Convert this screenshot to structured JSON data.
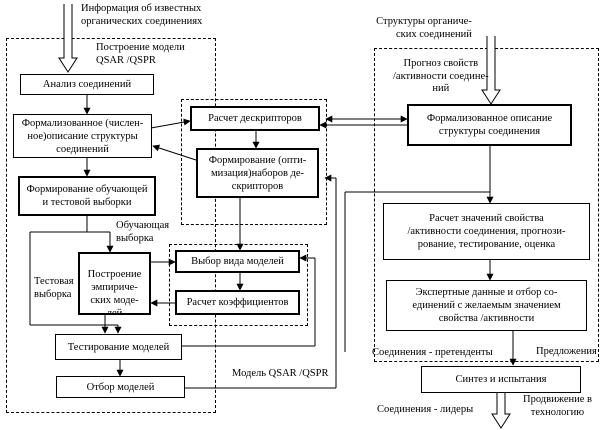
{
  "labels": {
    "info_in": [
      "Информация об известных",
      "органических соединениях"
    ],
    "build_model": [
      "Построение модели",
      "QSAR /QSPR"
    ],
    "structures": [
      "Структуры органиче-",
      "ских соединений"
    ],
    "prognosis": [
      "Прогноз свойств",
      "/активности соедине-",
      "ний"
    ],
    "training_set": [
      "Обучающая",
      "выборка"
    ],
    "test_set": [
      "Тестовая",
      "выборка"
    ],
    "model_out": "Модель QSAR /QSPR",
    "candidates": "Соединения - претенденты",
    "proposals": "Предложения",
    "leaders": "Соединения - лидеры",
    "promotion": [
      "Продвижение в",
      "технологию"
    ]
  },
  "boxes": {
    "analysis": "Анализ соединений",
    "formal_num": [
      "Формализованное (числен-",
      "ное)описание структуры",
      "соединений"
    ],
    "train_test": [
      "Формирование обучающей",
      "и тестовой выборки"
    ],
    "empirical": [
      "Построение",
      "эмпириче-",
      "ских моде-",
      "лей"
    ],
    "testing": "Тестирование моделей",
    "selection": "Отбор моделей",
    "calc_desc": "Расчет дескрипторов",
    "form_desc": [
      "Формирование (опти-",
      "мизация)наборов де-",
      "скрипторов"
    ],
    "model_type": "Выбор вида моделей",
    "coeffs": "Расчет коэффициентов",
    "formal_struct": [
      "Формализованное описание",
      "структуры соединения"
    ],
    "calc_props": [
      "Расчет значений свойства",
      "/активности соединения, прогнози-",
      "рование, тестирование, оценка"
    ],
    "expert": [
      "Экспертные данные и отбор со-",
      "единений с желаемым значением",
      "свойства /активности"
    ],
    "synthesis": "Синтез и испытания"
  }
}
